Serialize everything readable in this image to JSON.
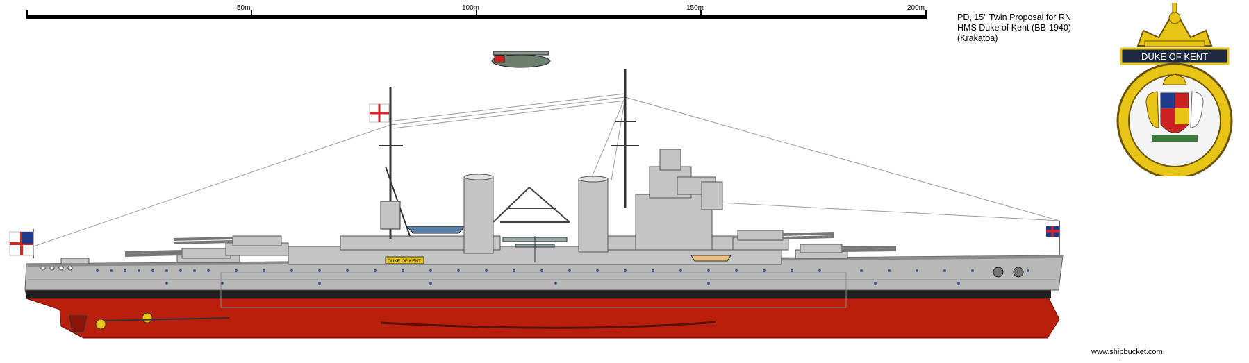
{
  "scale": {
    "marks": [
      "50m",
      "100m",
      "150m",
      "200m"
    ]
  },
  "title_block": {
    "line1": "PD, 15\" Twin Proposal for RN",
    "line2": "HMS Duke of Kent (BB-1940)",
    "line3": "(Krakatoa)"
  },
  "ship": {
    "nameboard": "DUKE OF KENT"
  },
  "badge": {
    "name": "DUKE OF KENT"
  },
  "credit": "www.shipbucket.com",
  "colors": {
    "hull_grey": "#b8b8b8",
    "boot_black": "#202020",
    "hull_red": "#b81f0d",
    "superstructure": "#c4c4c4",
    "badge_gold": "#e8c416",
    "badge_dark": "#1e2a44"
  }
}
